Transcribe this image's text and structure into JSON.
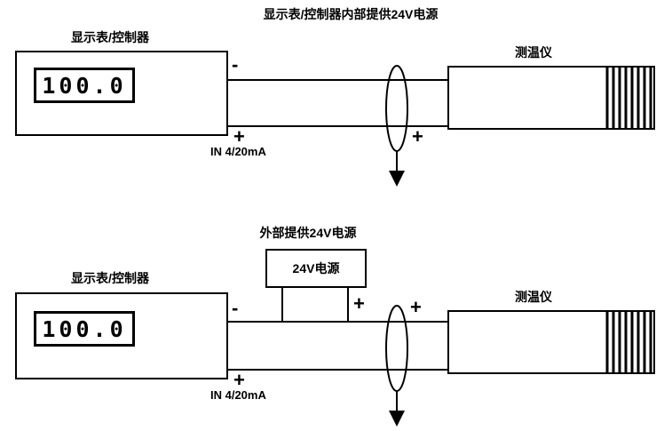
{
  "background_color": "#ffffff",
  "line_color": "#000000",
  "top_diagram": {
    "title": "显示表/控制器内部提供24V电源",
    "controller_label": "显示表/控制器",
    "display_value": "100.0",
    "sensor_label": "测温仪",
    "minus_sign": "-",
    "plus_sign_input": "+",
    "input_label": "IN 4/20mA",
    "plus_sign_sensor": "+"
  },
  "bottom_diagram": {
    "title": "外部提供24V电源",
    "power_supply_label": "24V电源",
    "controller_label": "显示表/控制器",
    "display_value": "100.0",
    "sensor_label": "测温仪",
    "minus_sign": "-",
    "plus_sign_supply": "+",
    "plus_sign_sensor": "+",
    "plus_sign_input": "+",
    "input_label": "IN 4/20mA"
  }
}
